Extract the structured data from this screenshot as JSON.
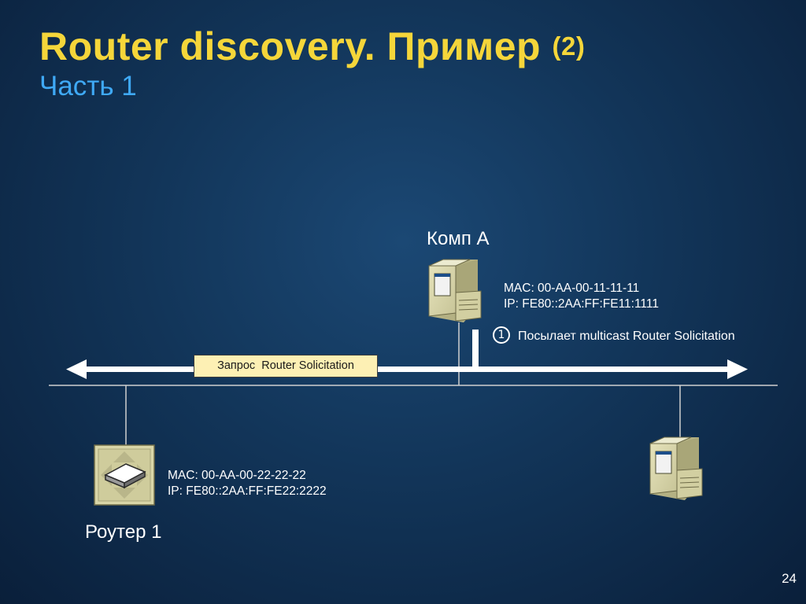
{
  "slide": {
    "title_main": "Router discovery. Пример",
    "title_num": "(2)",
    "subtitle": "Часть 1",
    "page_number": "24"
  },
  "comp_a": {
    "label": "Комп А",
    "mac": "MAC: 00-AA-00-11-11-11",
    "ip": "IP: FE80::2AA:FF:FE11:1111"
  },
  "router": {
    "label": "Роутер 1",
    "mac": "MAC: 00-AA-00-22-22-22",
    "ip": "IP: FE80::2AA:FF:FE22:2222"
  },
  "step": {
    "marker": "1",
    "text": "Посылает multicast Router Solicitation"
  },
  "packet": {
    "label": "Запрос  Router Solicitation"
  },
  "colors": {
    "title": "#f5d63a",
    "subtitle": "#3fa9f5",
    "packet_bg": "#fdf0b4",
    "device_body": "#d9d6a8",
    "background": "#123559"
  },
  "icons": {
    "comp_a": "desktop-computer-icon",
    "other_host": "desktop-computer-icon",
    "router": "router-icon"
  }
}
